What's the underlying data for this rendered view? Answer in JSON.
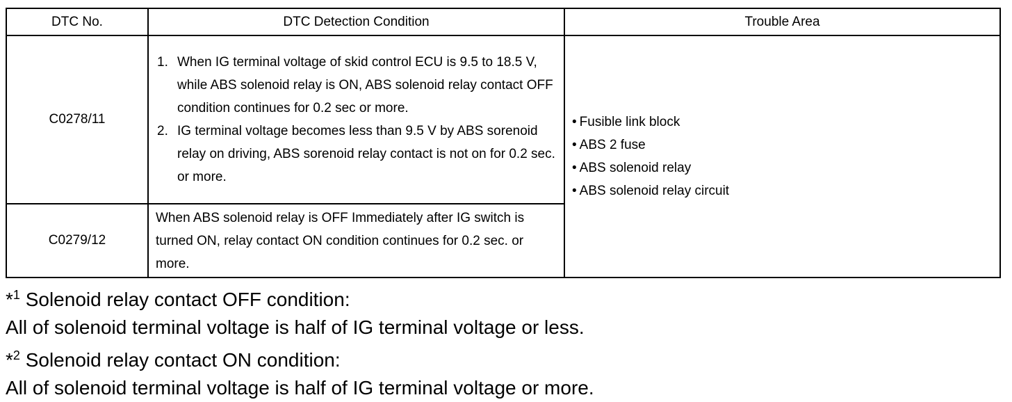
{
  "table": {
    "headers": {
      "dtc_no": "DTC No.",
      "condition": "DTC Detection Condition",
      "trouble_area": "Trouble Area"
    },
    "rows": [
      {
        "code": "C0278/11",
        "conditions": [
          {
            "num": "1.",
            "text": "When IG terminal voltage of skid control ECU is 9.5 to 18.5 V, while ABS solenoid relay is ON, ABS solenoid relay contact OFF condition continues for 0.2 sec or more."
          },
          {
            "num": "2.",
            "text": "IG terminal voltage becomes less than 9.5 V by ABS sorenoid relay on driving, ABS sorenoid relay contact is not on for 0.2 sec. or more."
          }
        ]
      },
      {
        "code": "C0279/12",
        "condition": "When ABS solenoid relay is OFF Immediately after IG switch is turned ON, relay contact ON condition continues for 0.2 sec. or more."
      }
    ],
    "trouble_areas": [
      "Fusible link block",
      "ABS 2 fuse",
      "ABS solenoid relay",
      "ABS solenoid relay circuit"
    ]
  },
  "notes": [
    {
      "mark": "*",
      "sup": "1",
      "title": " Solenoid relay contact OFF condition:",
      "text": "All of solenoid terminal voltage is half of IG terminal voltage or less."
    },
    {
      "mark": "*",
      "sup": "2",
      "title": " Solenoid relay contact ON condition:",
      "text": "All of solenoid terminal voltage is half of IG terminal voltage or more."
    }
  ]
}
